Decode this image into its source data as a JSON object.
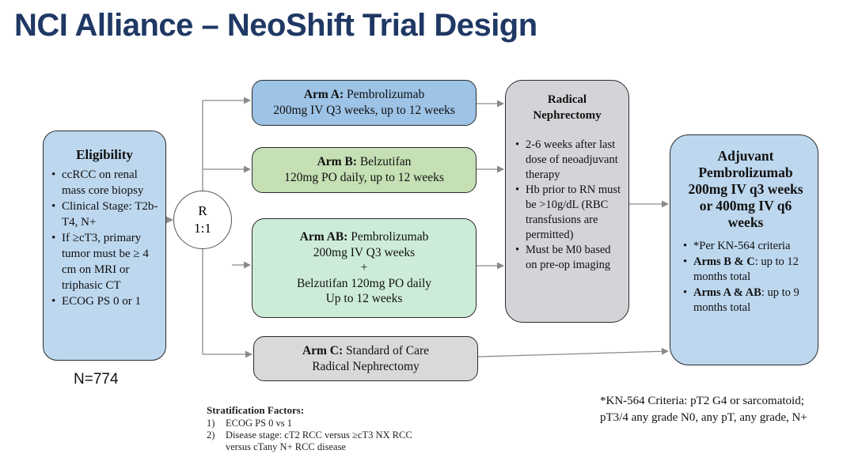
{
  "slide": {
    "title": "NCI Alliance – NeoShift Trial Design"
  },
  "eligibility": {
    "title": "Eligibility",
    "items": [
      "ccRCC on renal mass core biopsy",
      "Clinical Stage: T2b-T4, N+",
      "If ≥cT3, primary tumor must be ≥ 4 cm on MRI or triphasic CT",
      "ECOG PS 0 or 1"
    ]
  },
  "sample_size": "N=774",
  "randomization": {
    "line1": "R",
    "line2": "1:1"
  },
  "arms": {
    "a": {
      "name": "Arm A:",
      "line1": " Pembrolizumab",
      "line2": "200mg IV Q3 weeks, up to 12 weeks"
    },
    "b": {
      "name": "Arm B:",
      "line1": " Belzutifan",
      "line2": "120mg PO daily, up to 12 weeks"
    },
    "ab": {
      "name": "Arm AB:",
      "line1": " Pembrolizumab",
      "line2": "200mg IV Q3 weeks",
      "plus": "+",
      "line3": "Belzutifan 120mg PO daily",
      "line4": "Up to 12 weeks"
    },
    "c": {
      "name": "Arm C:",
      "line1": " Standard of Care",
      "line2": "Radical Nephrectomy"
    }
  },
  "nephrectomy": {
    "title_line1": "Radical",
    "title_line2": "Nephrectomy",
    "items": [
      "2-6 weeks after last dose of neoadjuvant therapy",
      "Hb prior to RN must be >10g/dL (RBC transfusions are permitted)",
      "Must be M0 based on pre-op imaging"
    ]
  },
  "adjuvant": {
    "title_line1": "Adjuvant",
    "title_line2": "Pembrolizumab",
    "title_line3": "200mg IV q3 weeks",
    "title_line4": "or 400mg IV q6",
    "title_line5": "weeks",
    "item1": "*Per KN-564 criteria",
    "item2_bold": "Arms B & C",
    "item2_rest": ": up to 12 months total",
    "item3_bold": "Arms A & AB",
    "item3_rest": ": up to 9 months total"
  },
  "stratification": {
    "title": "Stratification Factors:",
    "items": [
      {
        "num": "1)",
        "text": "ECOG PS 0 vs 1"
      },
      {
        "num": "2)",
        "text": "Disease stage: cT2 RCC versus  ≥cT3 NX RCC versus cTany N+ RCC disease"
      }
    ]
  },
  "footnote": {
    "line1": "*KN-564 Criteria: pT2 G4 or sarcomatoid;",
    "line2": "pT3/4 any grade N0, any pT, any grade, N+"
  },
  "colors": {
    "title": "#1f3864",
    "eligibility": "#bdd7ee",
    "arm_a": "#9dc3e6",
    "arm_b": "#c5e0b4",
    "arm_ab": "#cdecd8",
    "arm_c": "#d9d9d9",
    "nephrectomy": "#d4d4d8",
    "adjuvant": "#bdd7ee",
    "connector": "#8a8a8a"
  }
}
